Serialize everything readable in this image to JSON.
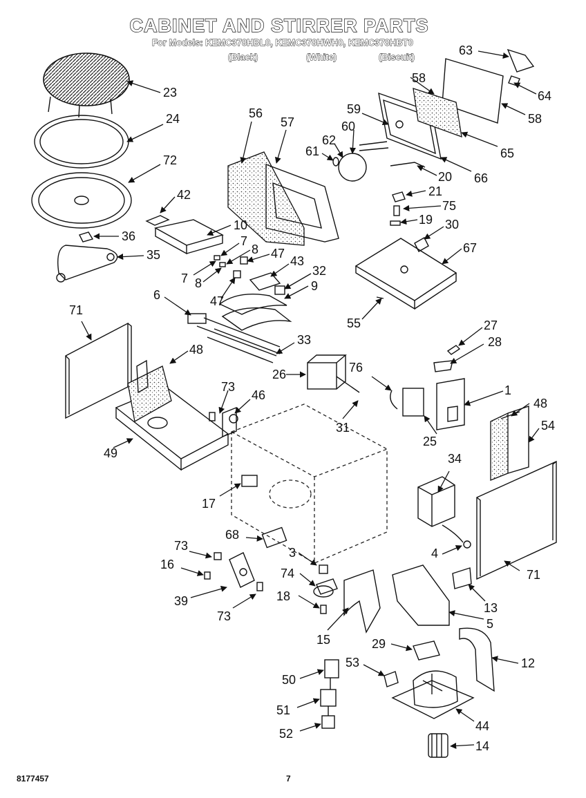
{
  "header": {
    "title": "CABINET AND STIRRER PARTS",
    "models_line": "For Models: KEMC378HBL0, KEMC378HWH0, KEMC378HBT0",
    "colors": [
      "(Black)",
      "(White)",
      "(Biscuit)"
    ]
  },
  "footer": {
    "doc_number": "8177457",
    "page_number": "7"
  },
  "callouts": [
    "23",
    "24",
    "72",
    "42",
    "10",
    "36",
    "7",
    "8",
    "35",
    "7",
    "8",
    "47",
    "43",
    "32",
    "47",
    "9",
    "6",
    "71",
    "48",
    "33",
    "26",
    "76",
    "73",
    "46",
    "31",
    "49",
    "17",
    "68",
    "73",
    "16",
    "39",
    "73",
    "3",
    "74",
    "18",
    "15",
    "4",
    "29",
    "5",
    "13",
    "12",
    "50",
    "53",
    "51",
    "52",
    "44",
    "14",
    "56",
    "57",
    "58",
    "59",
    "60",
    "62",
    "61",
    "63",
    "64",
    "58",
    "65",
    "66",
    "20",
    "21",
    "75",
    "19",
    "30",
    "67",
    "55",
    "27",
    "28",
    "1",
    "48",
    "54",
    "25",
    "34",
    "71"
  ]
}
